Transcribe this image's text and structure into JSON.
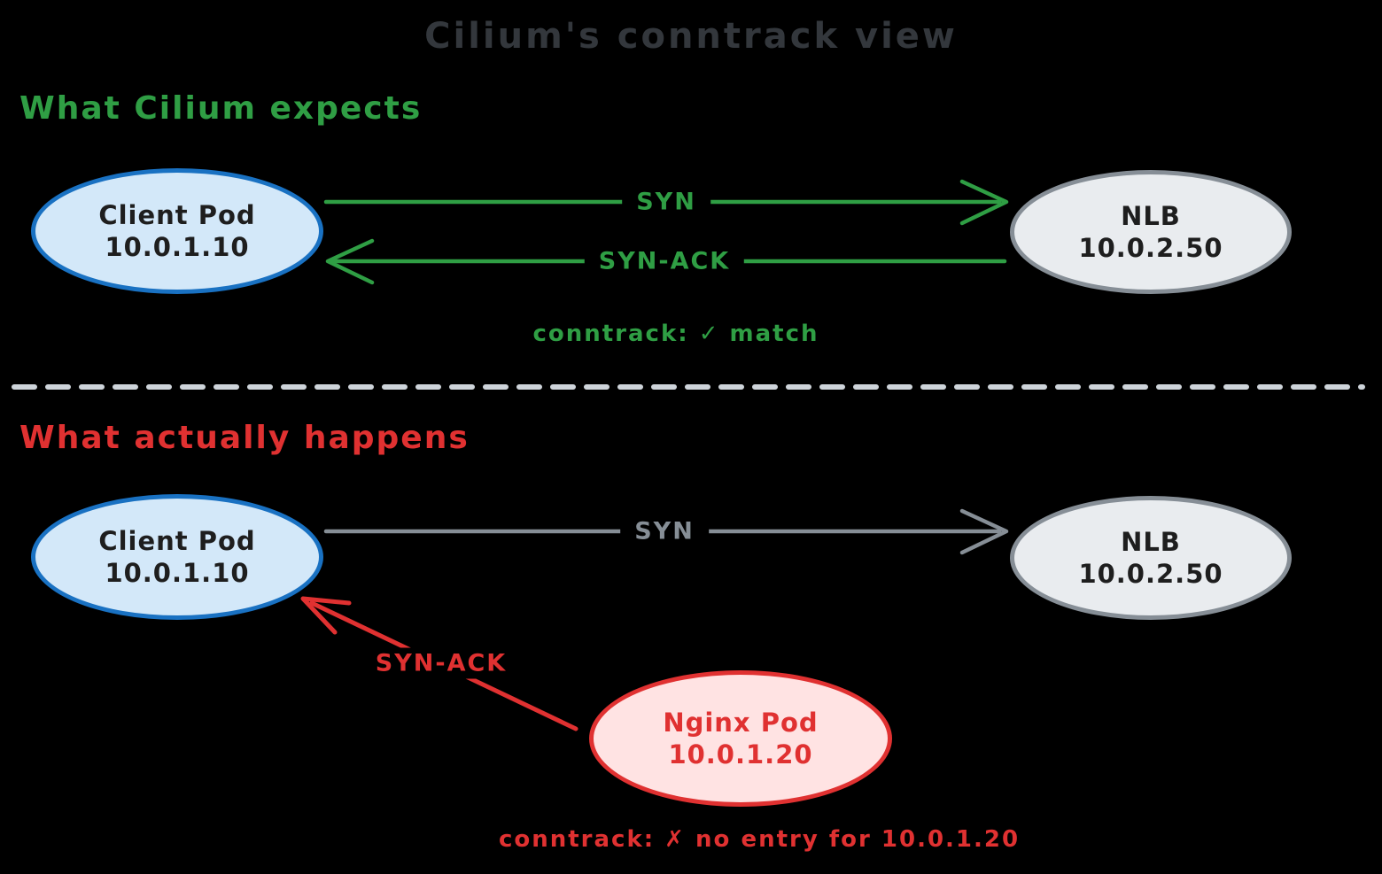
{
  "title": "Cilium's conntrack view",
  "colors": {
    "background": "#000000",
    "green": "#2f9e44",
    "red": "#e03131",
    "gray": "#868e96",
    "blue_border": "#1971c2",
    "blue_fill": "#d3e8f9",
    "gray_border": "#868e96",
    "gray_fill": "#e9ecef",
    "red_border": "#e03131",
    "red_fill": "#ffe3e3",
    "divider": "#ced4da",
    "title_text": "#33373c",
    "node_text": "#1e1e1e"
  },
  "expected_section": {
    "heading": "What Cilium expects",
    "client_pod": {
      "name": "Client Pod",
      "ip": "10.0.1.10"
    },
    "nlb": {
      "name": "NLB",
      "ip": "10.0.2.50"
    },
    "syn_label": "SYN",
    "synack_label": "SYN-ACK",
    "conntrack_note": "conntrack: ✓ match"
  },
  "actual_section": {
    "heading": "What actually happens",
    "client_pod": {
      "name": "Client Pod",
      "ip": "10.0.1.10"
    },
    "nlb": {
      "name": "NLB",
      "ip": "10.0.2.50"
    },
    "nginx_pod": {
      "name": "Nginx Pod",
      "ip": "10.0.1.20"
    },
    "syn_label": "SYN",
    "synack_label": "SYN-ACK",
    "conntrack_note": "conntrack: ✗ no entry for 10.0.1.20"
  }
}
